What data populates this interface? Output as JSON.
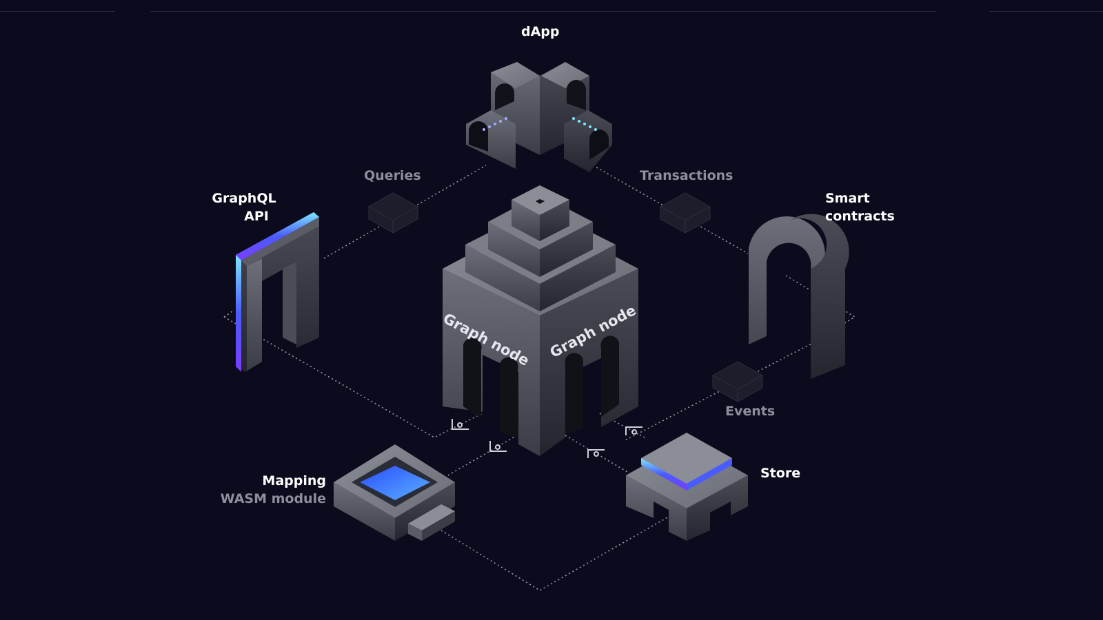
{
  "diagram": {
    "nodes": {
      "dapp": "dApp",
      "graphql": [
        "GraphQL",
        "API"
      ],
      "smart_contracts": [
        "Smart",
        "contracts"
      ],
      "store": "Store",
      "mapping": "Mapping",
      "wasm": "WASM module",
      "graph_node_left": "Graph node",
      "graph_node_right": "Graph node"
    },
    "edges": {
      "queries": "Queries",
      "transactions": "Transactions",
      "events": "Events"
    },
    "colors": {
      "background": "#0b0b1d",
      "label": "#ffffff",
      "edge_label": "#8e8e9e",
      "accent_blue": "#4a5cff",
      "accent_cyan": "#7ee8ff",
      "accent_purple": "#7a3cff"
    }
  }
}
